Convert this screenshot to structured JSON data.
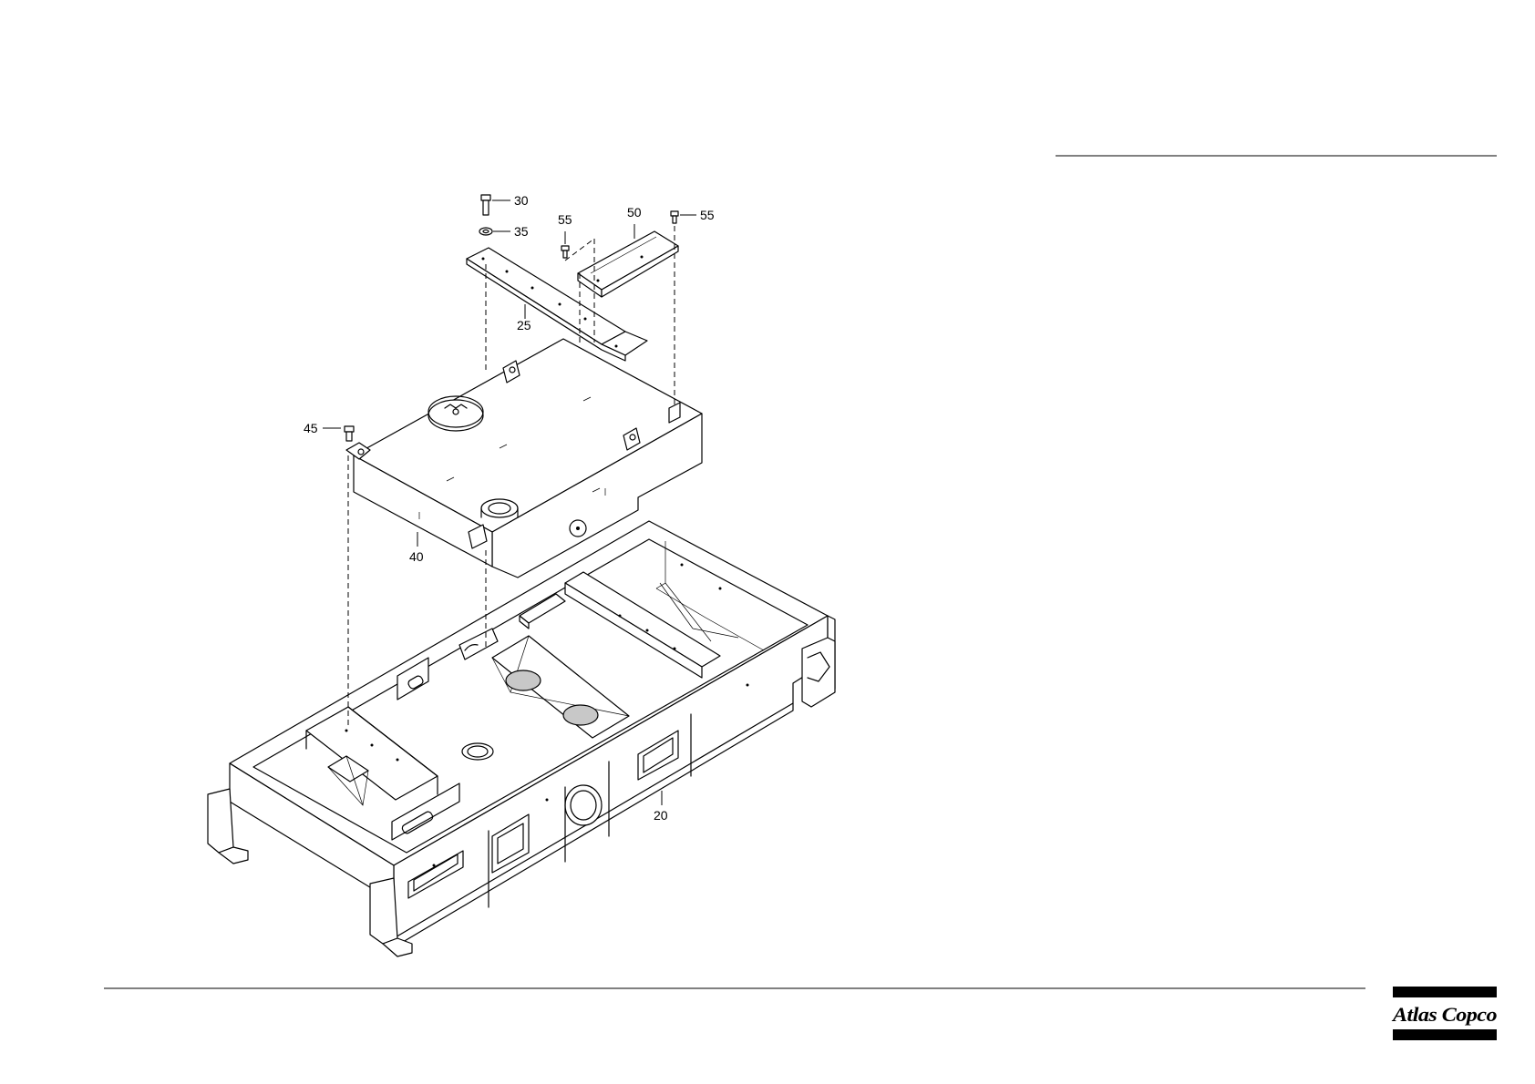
{
  "drawing": {
    "part_labels": {
      "p30": "30",
      "p35": "35",
      "p55a": "55",
      "p50": "50",
      "p55b": "55",
      "p25": "25",
      "p45": "45",
      "p40": "40",
      "p20": "20"
    }
  },
  "footer": {
    "logo_text": "Atlas Copco",
    "logo_color": "#000000"
  }
}
